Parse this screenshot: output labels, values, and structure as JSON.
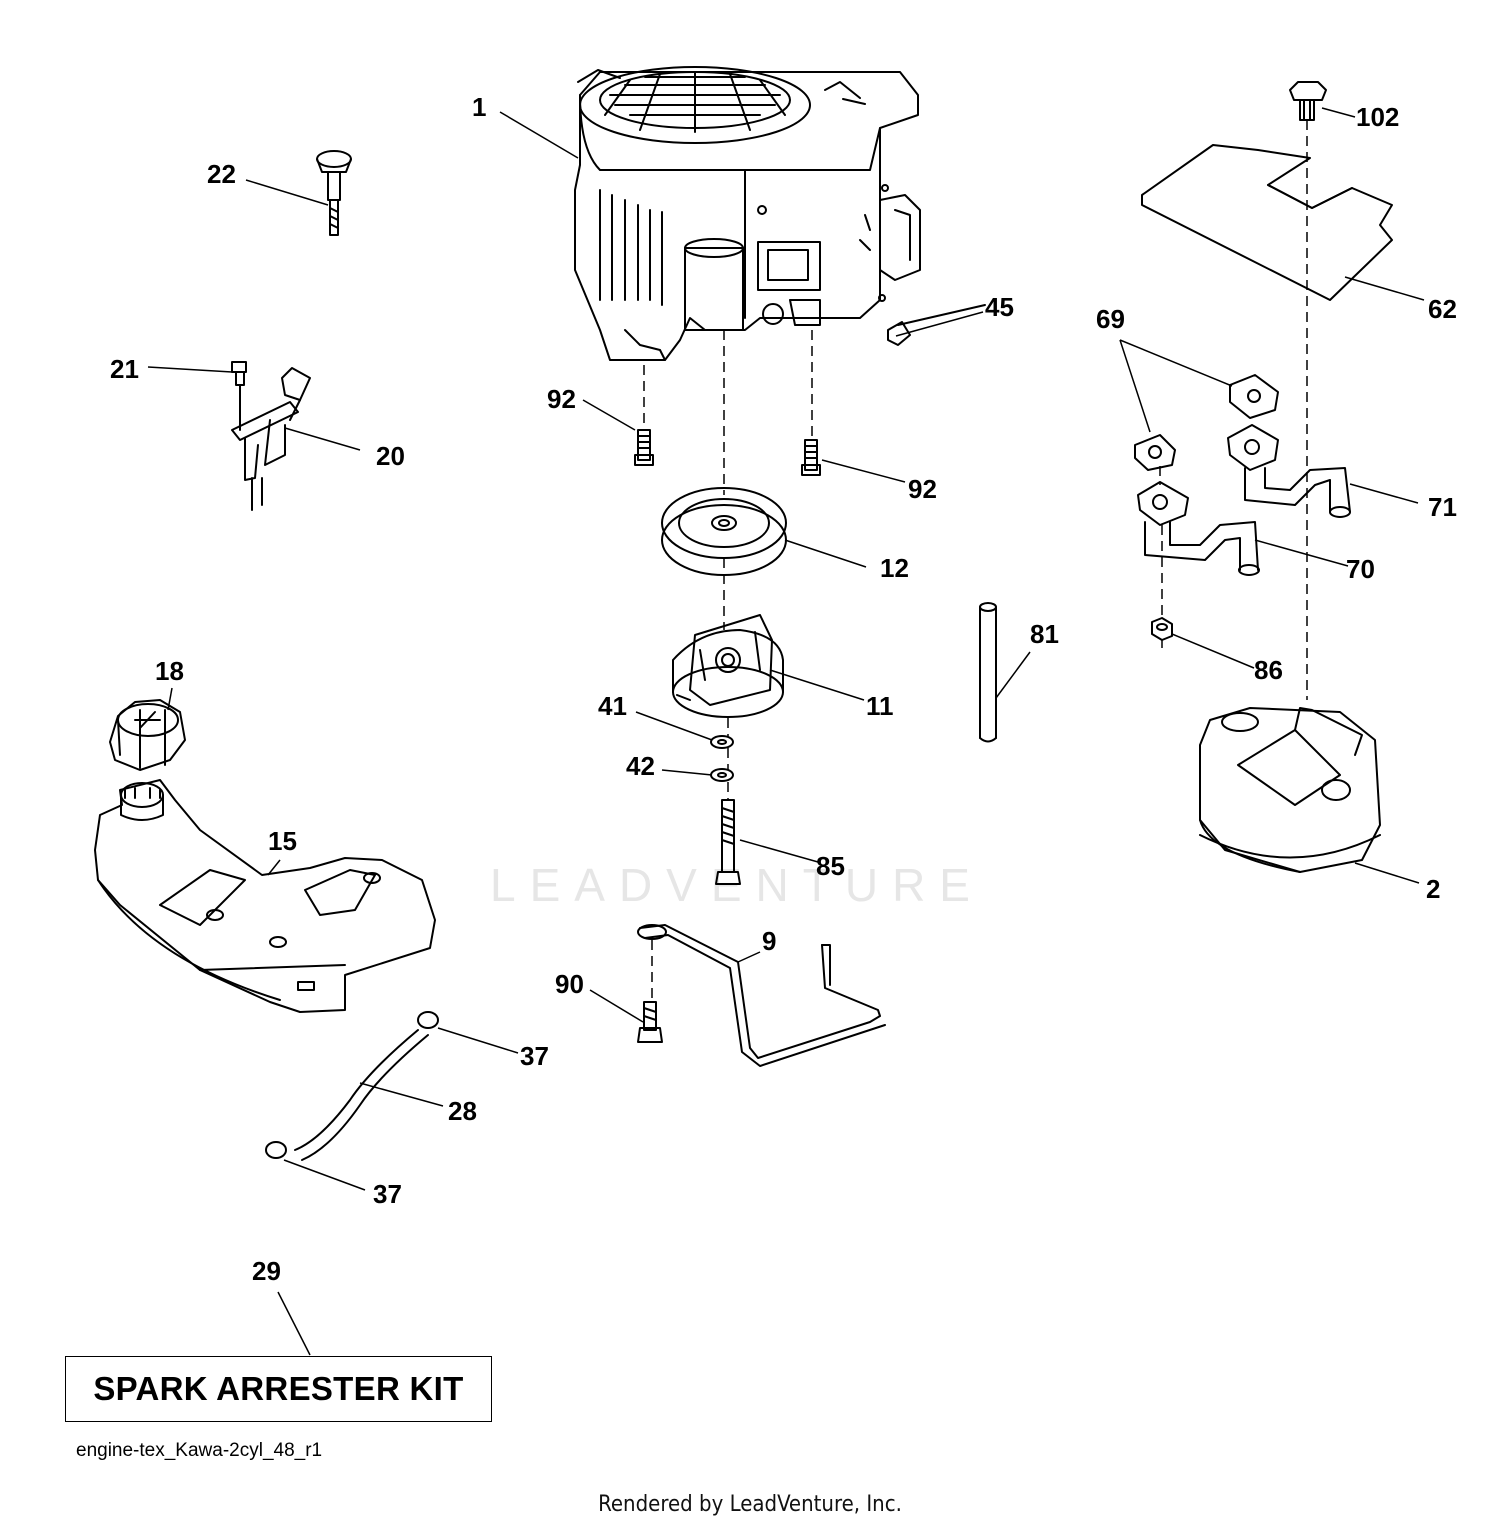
{
  "callouts": [
    {
      "id": "p1",
      "label": "1"
    },
    {
      "id": "p2",
      "label": "2"
    },
    {
      "id": "p9",
      "label": "9"
    },
    {
      "id": "p11",
      "label": "11"
    },
    {
      "id": "p12",
      "label": "12"
    },
    {
      "id": "p15",
      "label": "15"
    },
    {
      "id": "p18",
      "label": "18"
    },
    {
      "id": "p20",
      "label": "20"
    },
    {
      "id": "p21",
      "label": "21"
    },
    {
      "id": "p22",
      "label": "22"
    },
    {
      "id": "p28",
      "label": "28"
    },
    {
      "id": "p29",
      "label": "29"
    },
    {
      "id": "p37a",
      "label": "37"
    },
    {
      "id": "p37b",
      "label": "37"
    },
    {
      "id": "p41",
      "label": "41"
    },
    {
      "id": "p42",
      "label": "42"
    },
    {
      "id": "p45",
      "label": "45"
    },
    {
      "id": "p62",
      "label": "62"
    },
    {
      "id": "p69",
      "label": "69"
    },
    {
      "id": "p70",
      "label": "70"
    },
    {
      "id": "p71",
      "label": "71"
    },
    {
      "id": "p81",
      "label": "81"
    },
    {
      "id": "p85",
      "label": "85"
    },
    {
      "id": "p86",
      "label": "86"
    },
    {
      "id": "p90",
      "label": "90"
    },
    {
      "id": "p92a",
      "label": "92"
    },
    {
      "id": "p92b",
      "label": "92"
    },
    {
      "id": "p102",
      "label": "102"
    }
  ],
  "kit_label": "SPARK ARRESTER KIT",
  "file_id": "engine-tex_Kawa-2cyl_48_r1",
  "credit": "Rendered by LeadVenture, Inc.",
  "watermark": "LEADVENTURE"
}
